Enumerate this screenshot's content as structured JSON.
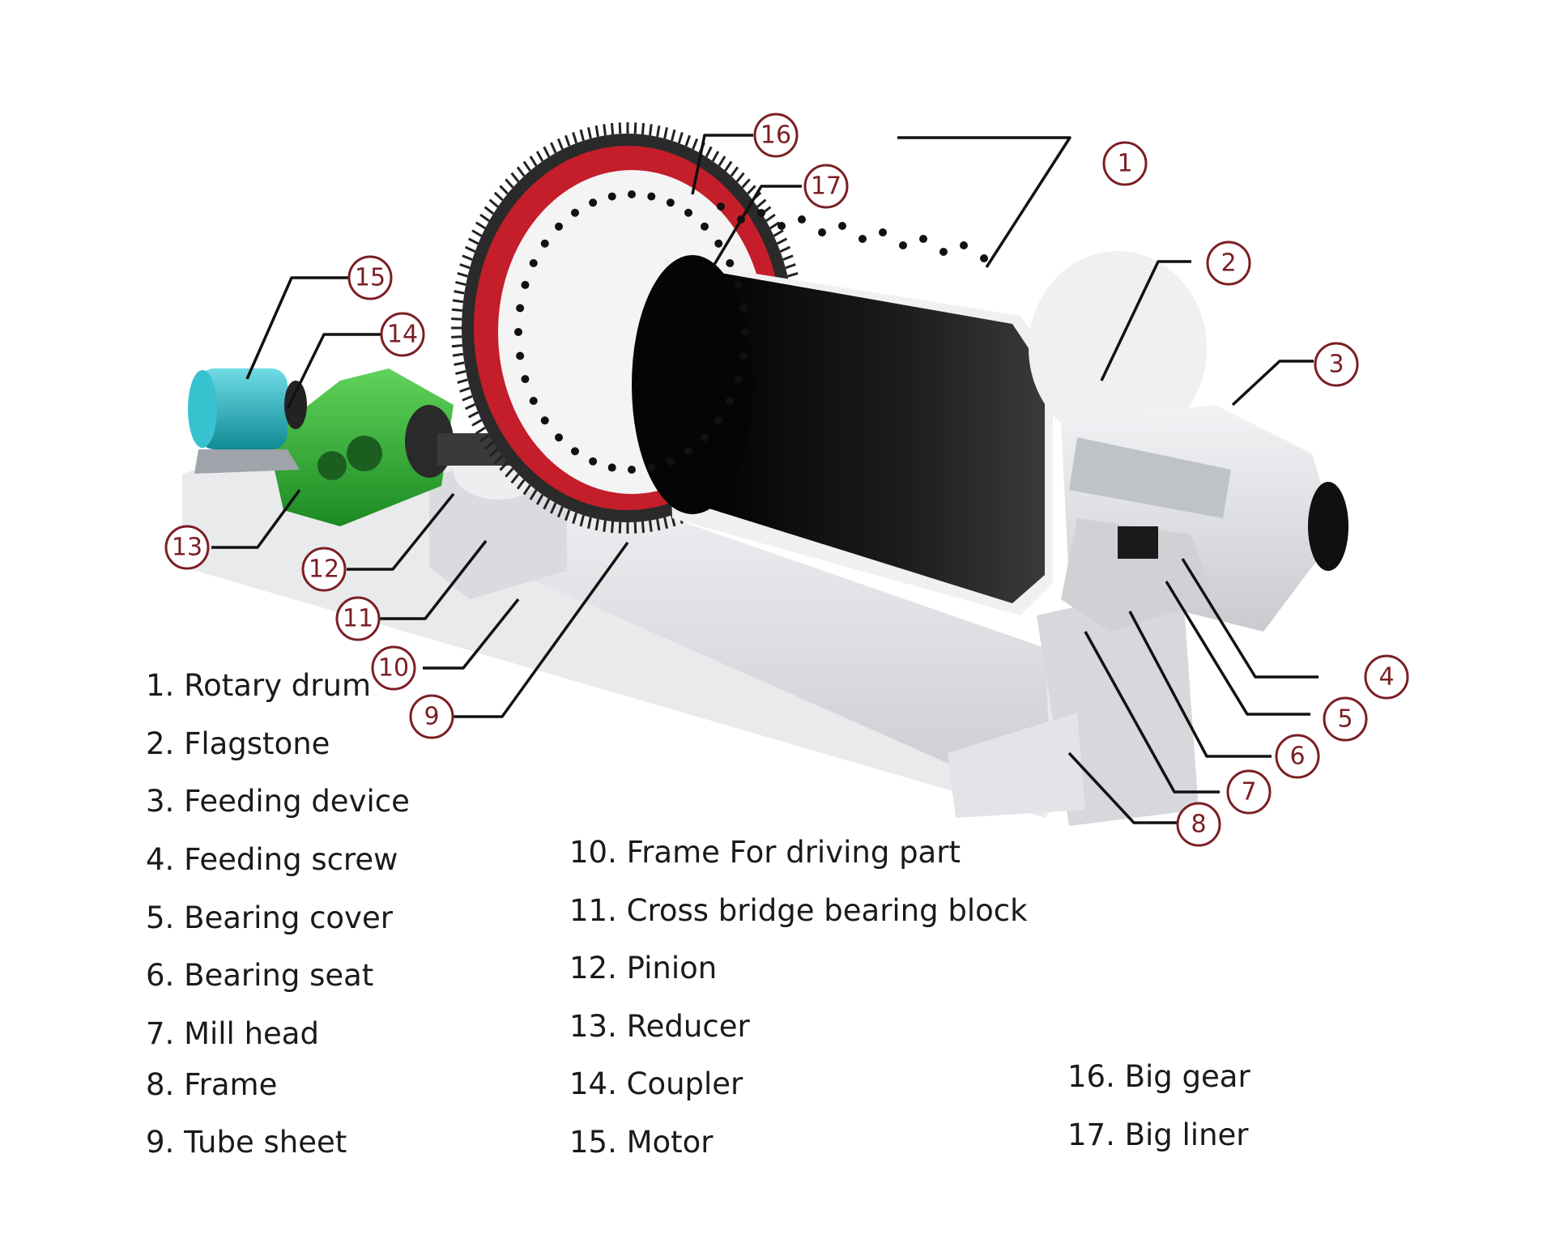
{
  "legend": {
    "items": [
      {
        "number": 1,
        "text": "1. Rotary drum"
      },
      {
        "number": 2,
        "text": "2. Flagstone"
      },
      {
        "number": 3,
        "text": "3. Feeding device"
      },
      {
        "number": 4,
        "text": "4. Feeding screw"
      },
      {
        "number": 5,
        "text": "5. Bearing cover"
      },
      {
        "number": 6,
        "text": "6. Bearing seat"
      },
      {
        "number": 7,
        "text": "7. Mill head"
      },
      {
        "number": 8,
        "text": "8. Frame"
      },
      {
        "number": 9,
        "text": "9. Tube sheet"
      },
      {
        "number": 10,
        "text": "10. Frame For driving part"
      },
      {
        "number": 11,
        "text": "11. Cross bridge bearing block"
      },
      {
        "number": 12,
        "text": "12. Pinion"
      },
      {
        "number": 13,
        "text": "13. Reducer"
      },
      {
        "number": 14,
        "text": "14. Coupler"
      },
      {
        "number": 15,
        "text": "15. Motor"
      },
      {
        "number": 16,
        "text": "16. Big gear"
      },
      {
        "number": 17,
        "text": "17. Big liner"
      }
    ]
  },
  "callouts": [
    "1",
    "2",
    "3",
    "4",
    "5",
    "6",
    "7",
    "8",
    "9",
    "10",
    "11",
    "12",
    "13",
    "14",
    "15",
    "16",
    "17"
  ],
  "colors": {
    "callout_ring": "#7a1f24",
    "big_gear_red": "#c41e2a",
    "motor_cyan": "#1fb5c4",
    "reducer_green": "#2fae34",
    "drum_interior": "#141414",
    "frame_grey": "#dcdde0"
  }
}
